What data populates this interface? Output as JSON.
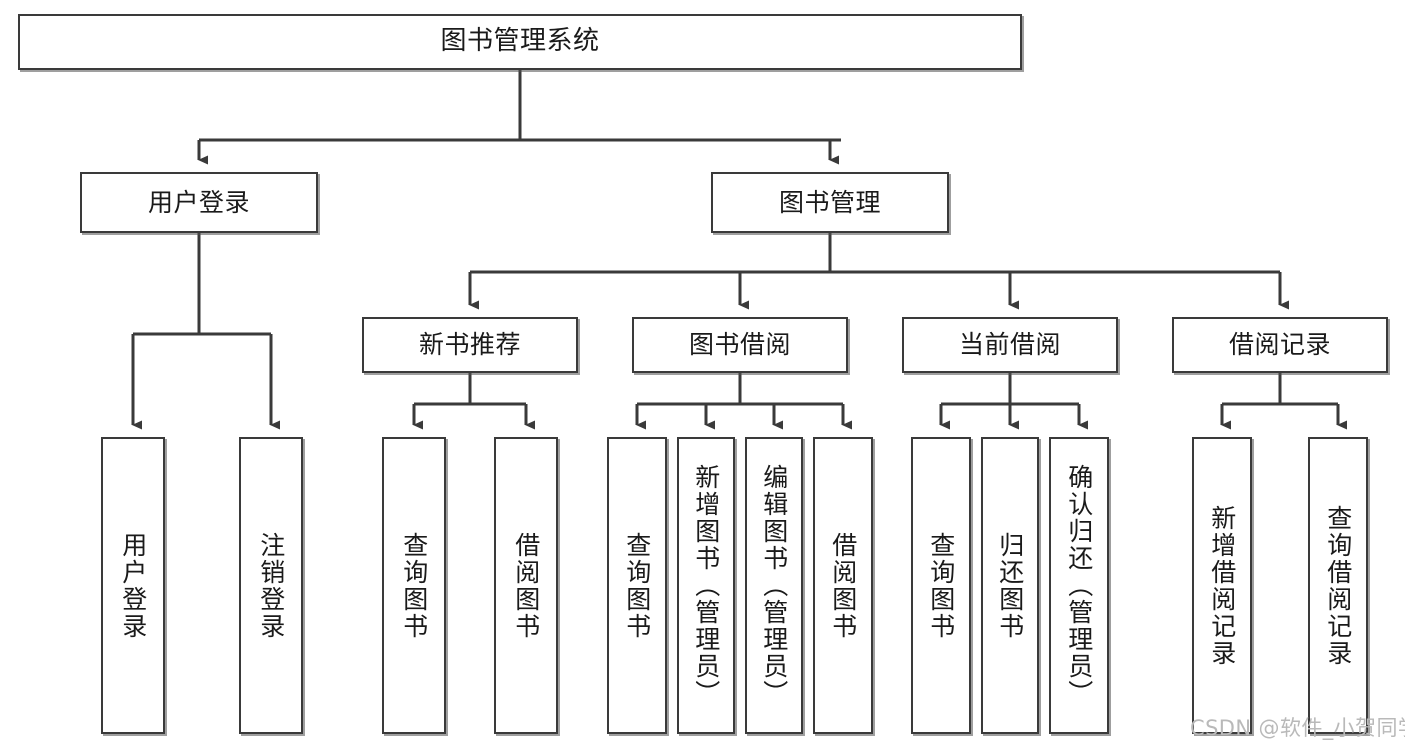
{
  "diagram": {
    "title": "图书管理系统",
    "type": "functional-structure-tree",
    "background_color": "#ffffff",
    "line_color": "#3a3a3a",
    "box_border_color": "#3a3a3a",
    "text_color": "#1a1a1a",
    "root": {
      "label": "图书管理系统",
      "children": [
        {
          "label": "用户登录",
          "children": [
            {
              "label": "用户登录"
            },
            {
              "label": "注销登录"
            }
          ]
        },
        {
          "label": "图书管理",
          "children": [
            {
              "label": "新书推荐",
              "children": [
                {
                  "label": "查询图书"
                },
                {
                  "label": "借阅图书"
                }
              ]
            },
            {
              "label": "图书借阅",
              "children": [
                {
                  "label": "查询图书"
                },
                {
                  "label": "新增图书（管理员）"
                },
                {
                  "label": "编辑图书（管理员）"
                },
                {
                  "label": "借阅图书"
                }
              ]
            },
            {
              "label": "当前借阅",
              "children": [
                {
                  "label": "查询图书"
                },
                {
                  "label": "归还图书"
                },
                {
                  "label": "确认归还（管理员）"
                }
              ]
            },
            {
              "label": "借阅记录",
              "children": [
                {
                  "label": "新增借阅记录"
                },
                {
                  "label": "查询借阅记录"
                }
              ]
            }
          ]
        }
      ]
    }
  },
  "nodes": {
    "root_title": "图书管理系统",
    "l1_user_login": "用户登录",
    "l1_book_manage": "图书管理",
    "l2_new_book_rec": "新书推荐",
    "l2_book_borrow": "图书借阅",
    "l2_current_borrow": "当前借阅",
    "l2_borrow_record": "借阅记录",
    "leaf_user_login": "用户登录",
    "leaf_logout": "注销登录",
    "leaf_rec_query_book": "查询图书",
    "leaf_rec_borrow_book": "借阅图书",
    "leaf_borrow_query_book": "查询图书",
    "leaf_borrow_add_book": "新增图书（管理员）",
    "leaf_borrow_edit_book": "编辑图书（管理员）",
    "leaf_borrow_borrow_book": "借阅图书",
    "leaf_cur_query_book": "查询图书",
    "leaf_cur_return_book": "归还图书",
    "leaf_cur_confirm_return": "确认归还（管理员）",
    "leaf_rec_add_record": "新增借阅记录",
    "leaf_rec_query_record": "查询借阅记录"
  },
  "watermark": {
    "text": "CSDN @软件_小贺同学",
    "color": "#b9b9b9"
  }
}
